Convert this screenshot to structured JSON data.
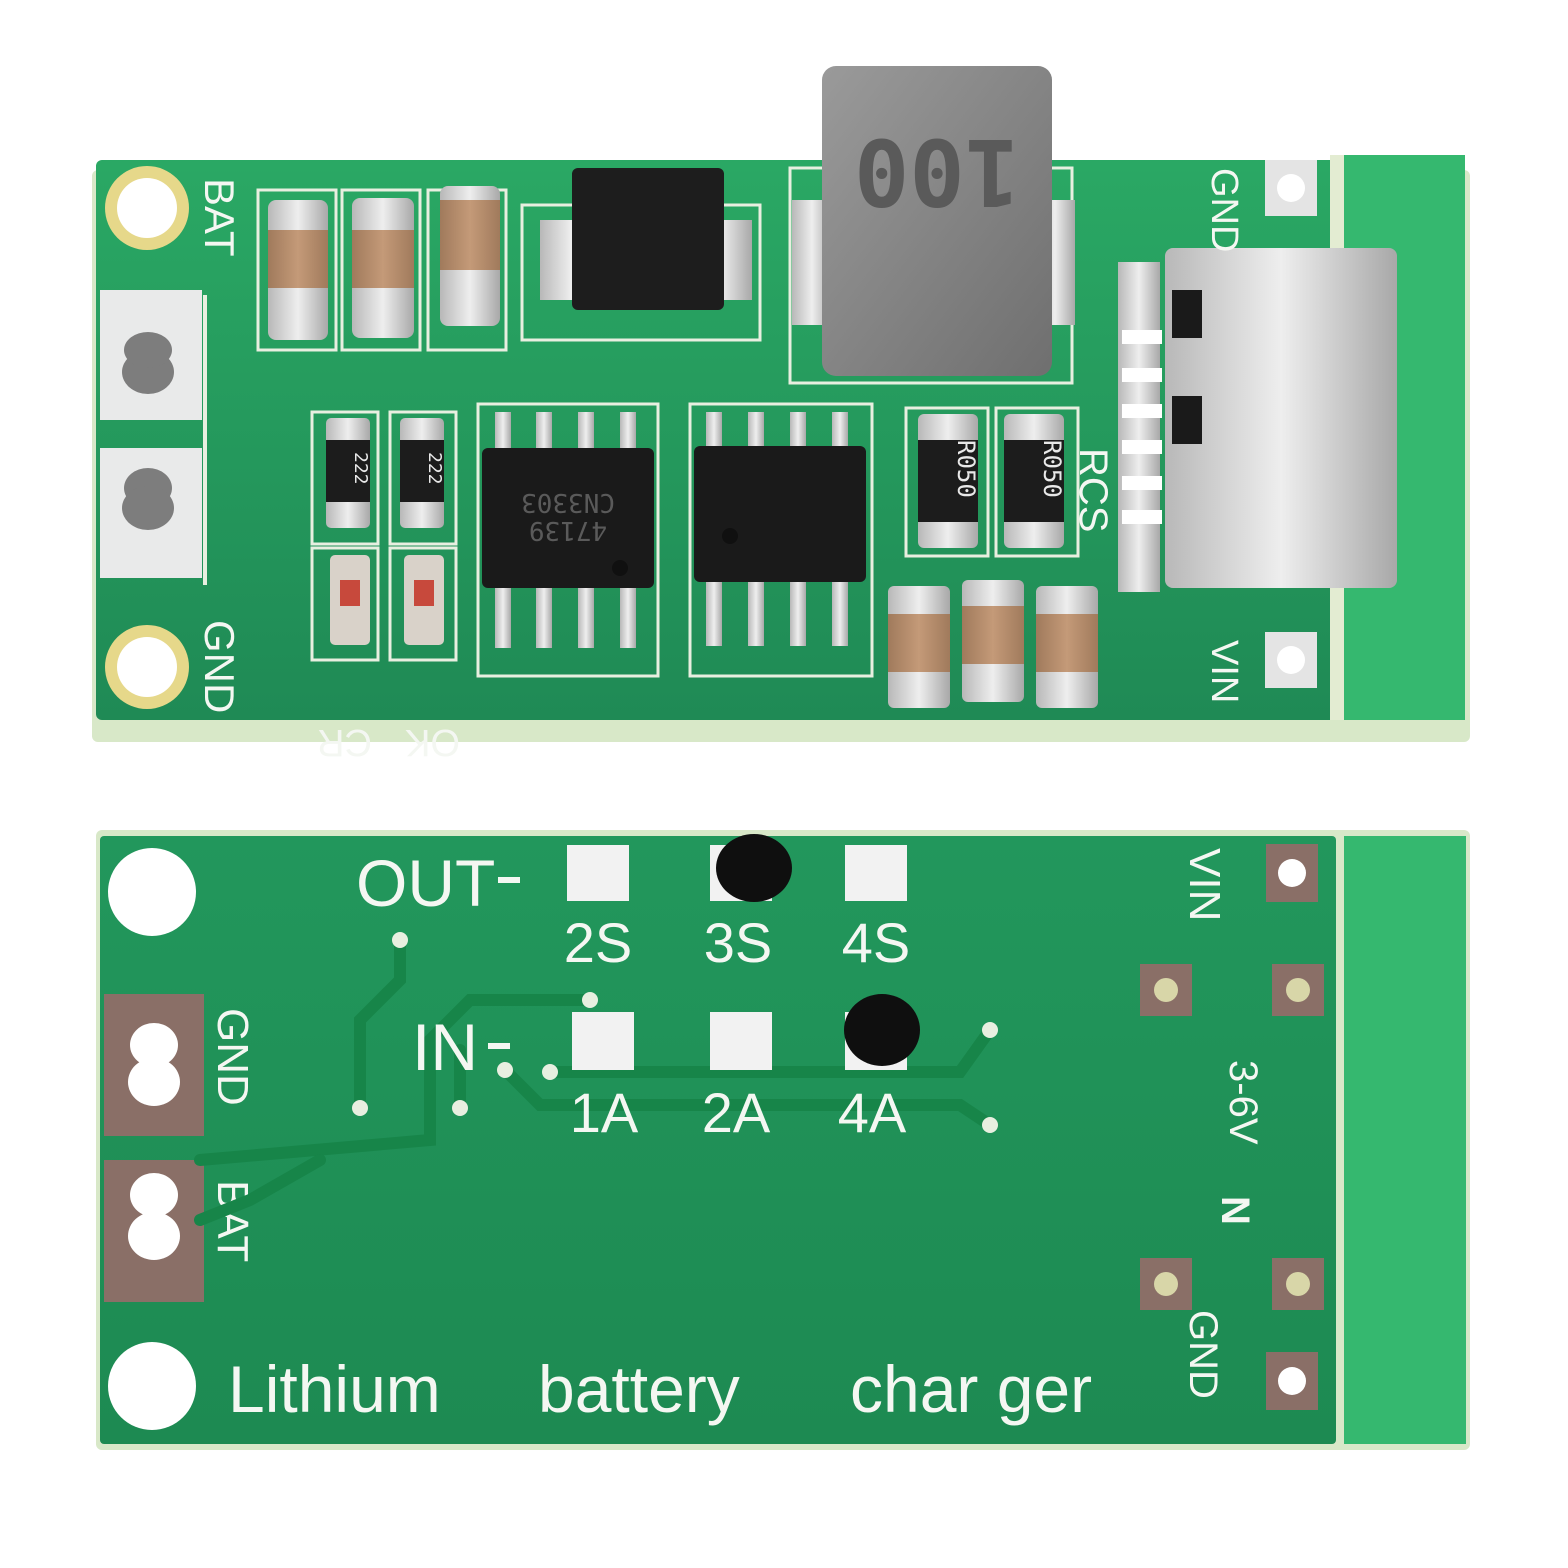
{
  "colors": {
    "background": "#ffffff",
    "pcb_green": "#1f8a55",
    "pcb_green_light": "#2aa864",
    "pcb_edge": "#d8e8c8",
    "silkscreen": "#f4f7f2",
    "solder": "#c9c9c9",
    "capacitor": "#b98f6e",
    "ic_body": "#1a1a1a",
    "inductor": "#8a8a8a",
    "glue_black": "#0f0f0f"
  },
  "top_board": {
    "labels": {
      "bat": "BAT",
      "gnd": "GND",
      "cr": "CR",
      "ok": "OK",
      "rcs": "RCS",
      "gnd_right": "GND",
      "vin": "VIN"
    },
    "inductor_marking": "100",
    "ic1_marking_line1": "CN3303",
    "ic1_marking_line2": "47139",
    "resistor_a": "222",
    "resistor_b": "222",
    "sense_resistor_a": "R050",
    "sense_resistor_b": "R050"
  },
  "bottom_board": {
    "labels": {
      "out": "OUT",
      "in": "IN",
      "gnd": "GND",
      "bat": "BAT",
      "vin": "VIN",
      "voltage": "3-6V",
      "gnd_right": "GND",
      "n_mark": "N"
    },
    "series_options": [
      "2S",
      "3S",
      "4S"
    ],
    "current_options": [
      "1A",
      "2A",
      "4A"
    ],
    "title_words": [
      "Lithium",
      "battery",
      "char ger"
    ]
  }
}
